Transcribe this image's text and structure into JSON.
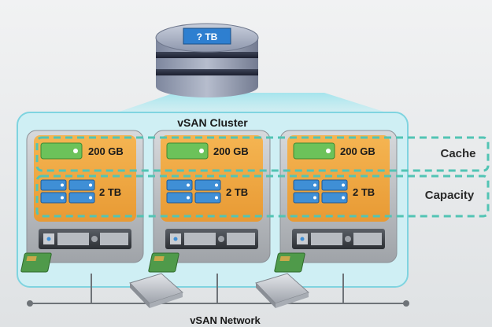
{
  "datastore": {
    "label": "? TB"
  },
  "cluster": {
    "title": "vSAN Cluster"
  },
  "hosts": [
    {
      "cache": "200 GB",
      "capacity": "2 TB"
    },
    {
      "cache": "200 GB",
      "capacity": "2 TB"
    },
    {
      "cache": "200 GB",
      "capacity": "2 TB"
    }
  ],
  "tiers": {
    "cache": "Cache",
    "capacity": "Capacity"
  },
  "network": {
    "label": "vSAN Network"
  },
  "colors": {
    "cluster_fill": "#cfeff4",
    "cluster_stroke": "#7fd4e0",
    "host_panel": "#f0a842",
    "cache_disk": "#6cc25a",
    "capacity_disk": "#3f8fd6",
    "tier_outline": "#52c4b4",
    "datastore": "#9aa3b8"
  }
}
